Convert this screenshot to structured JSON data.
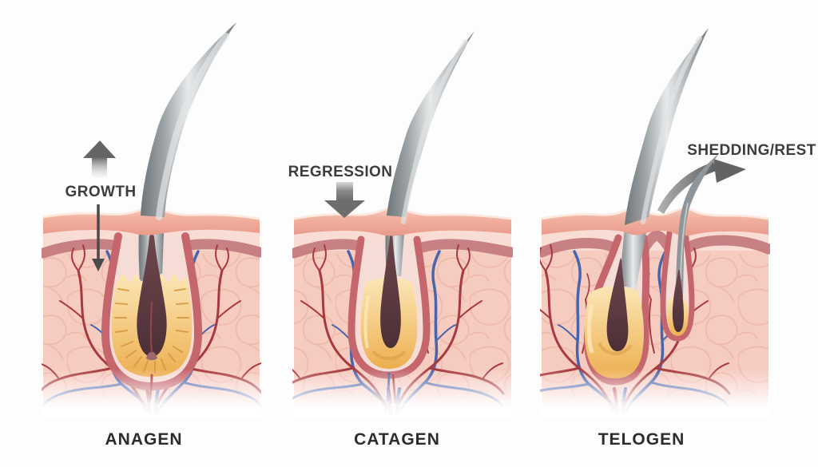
{
  "figure": {
    "type": "medical-illustration",
    "subject": "Hair growth cycle: three skin cross-sections with hair follicles"
  },
  "panels": [
    {
      "id": "anagen",
      "phase_label": "ANAGEN",
      "annotation": "GROWTH",
      "arrow": "up"
    },
    {
      "id": "catagen",
      "phase_label": "CATAGEN",
      "annotation": "REGRESSION",
      "arrow": "down"
    },
    {
      "id": "telogen",
      "phase_label": "TELOGEN",
      "annotation": "SHEDDING/REST",
      "arrow": "curved-right"
    }
  ],
  "colors": {
    "background": "#fdfdfd",
    "epidermis": "#eb9c8d",
    "epidermis_highlight": "#f8cdbd",
    "upper_dermis": "#f9dcd3",
    "dermal_band": "#c47a7e",
    "dermis": "#f6cbc0",
    "follicle_wall": "#c4666c",
    "follicle_inner": "#f6dcd6",
    "sheath_yellow": "#ecae50",
    "sheath_yellow_light": "#fbe6b6",
    "hair_root_dark": "#54363c",
    "hair_gray": "#9aa0a3",
    "artery_red": "#a83a3f",
    "vein_blue": "#4864aa",
    "arrow_gray": "#6d6d6d",
    "annotation_text": "#3d3d3d",
    "label_text": "#2c2c2c"
  }
}
